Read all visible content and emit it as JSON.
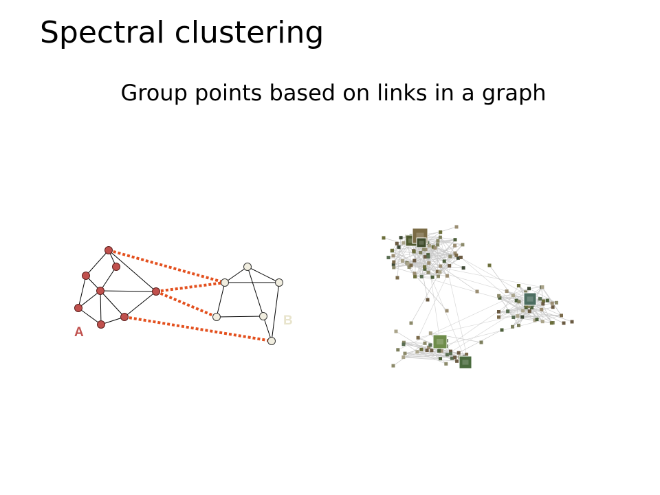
{
  "slide": {
    "title": "Spectral clustering",
    "subtitle": "Group points based on links in a graph"
  },
  "graph": {
    "cluster_a_label": "A",
    "cluster_b_label": "B"
  },
  "colors": {
    "node_a": "#c0504d",
    "node_b": "#f1eee0",
    "cut_edge": "#e3501e",
    "edge": "#000000",
    "label_a": "#c0504d",
    "label_b": "#e8e4cc",
    "network_edge": "#c8c8c8"
  }
}
